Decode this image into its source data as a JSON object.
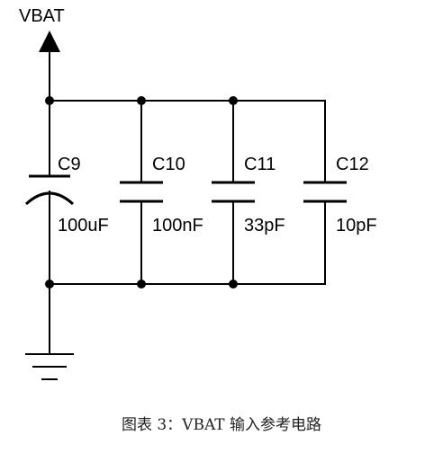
{
  "supply": {
    "label": "VBAT"
  },
  "capacitors": [
    {
      "ref": "C9",
      "value": "100uF"
    },
    {
      "ref": "C10",
      "value": "100nF"
    },
    {
      "ref": "C11",
      "value": "33pF"
    },
    {
      "ref": "C12",
      "value": "10pF"
    }
  ],
  "caption": "图表 3：VBAT 输入参考电路"
}
